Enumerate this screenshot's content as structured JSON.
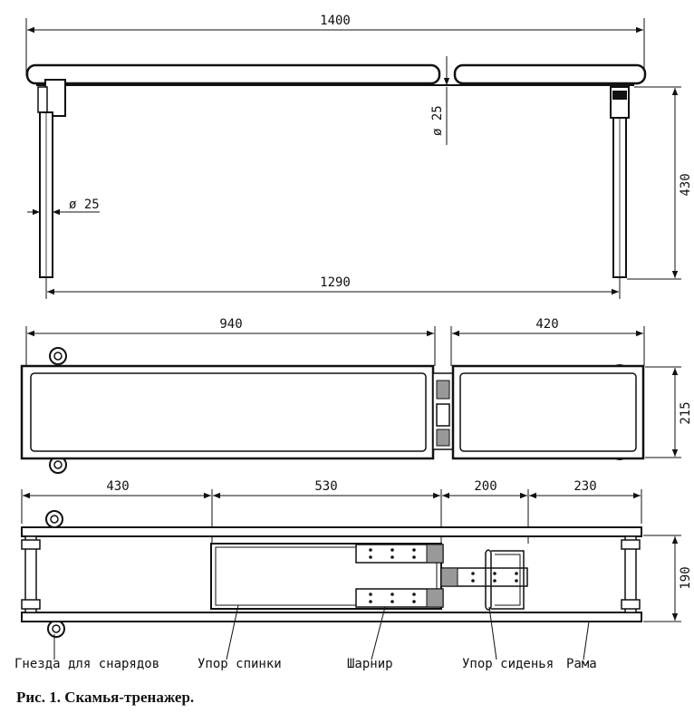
{
  "side_view": {
    "length_dim": "1400",
    "leg_span_dim": "1290",
    "height_dim": "430",
    "tube_diam_dim": "ø 25",
    "tube_diam_vertical_dim": "ø 25"
  },
  "top_view": {
    "back_length_dim": "940",
    "seat_length_dim": "420",
    "width_dim": "215"
  },
  "frame_view": {
    "dim_1": "430",
    "dim_2": "530",
    "dim_3": "200",
    "dim_4": "230",
    "width_dim": "190"
  },
  "labels": {
    "sockets": "Гнезда для снарядов",
    "back_support": "Упор спинки",
    "hinge": "Шарнир",
    "seat_support": "Упор сиденья",
    "frame": "Рама"
  },
  "caption": "Рис. 1. Скамья-тренажер."
}
